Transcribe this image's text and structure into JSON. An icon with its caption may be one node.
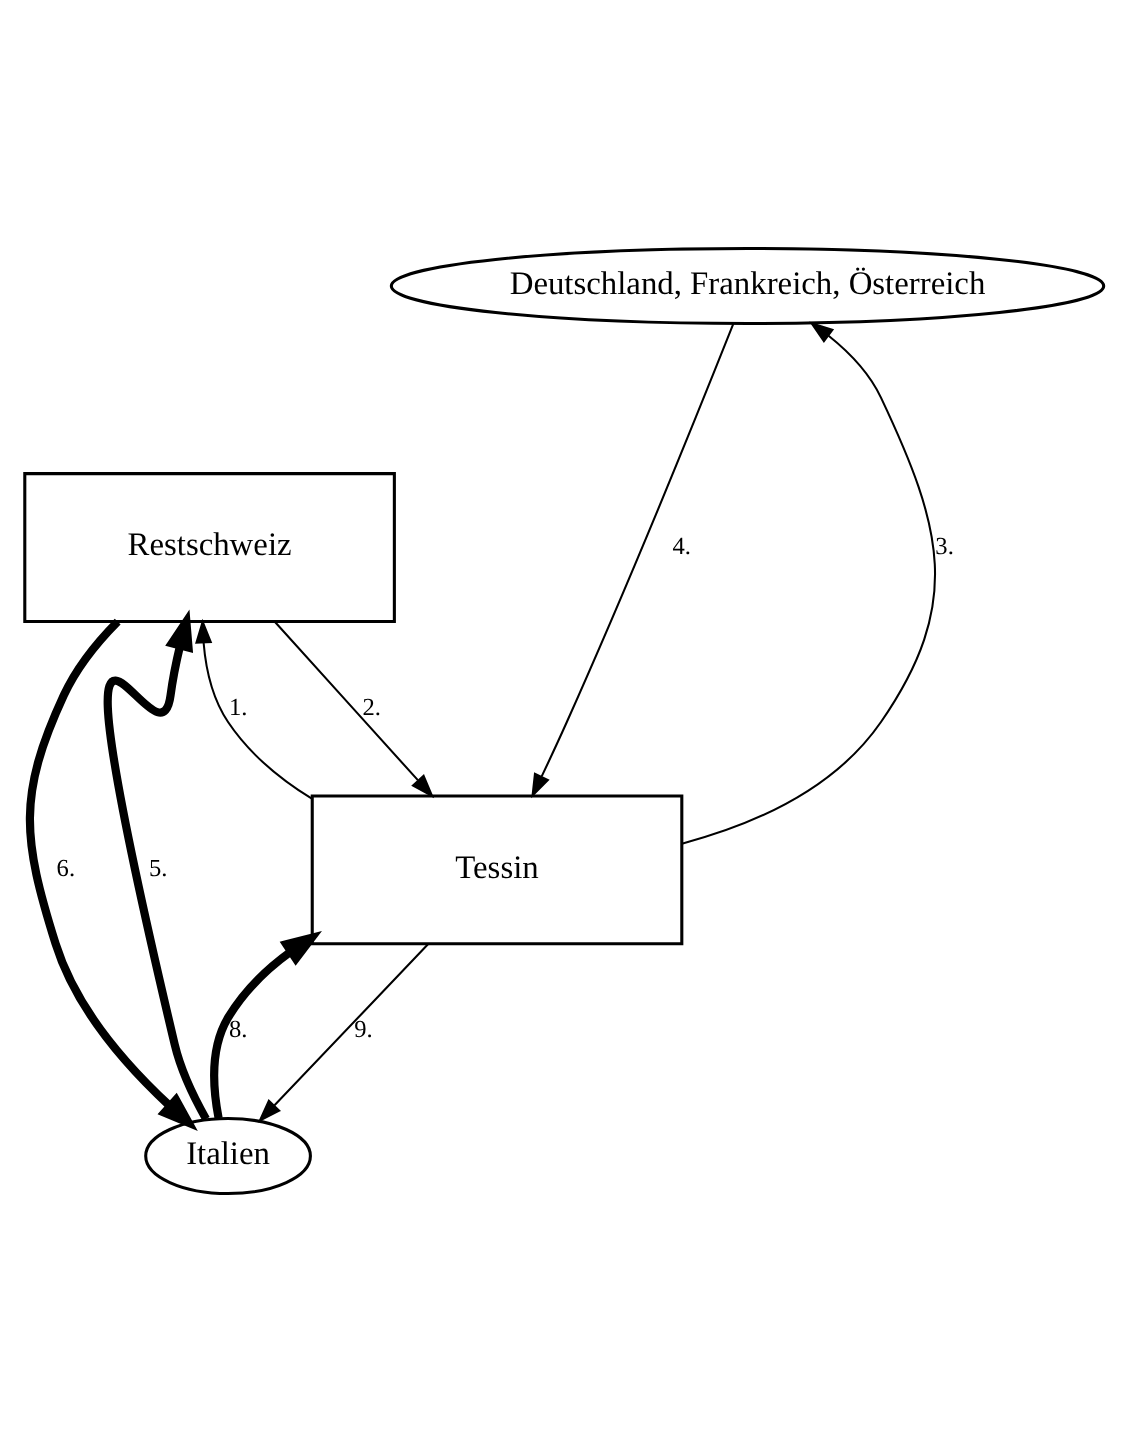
{
  "diagram": {
    "nodes": [
      {
        "text": [
          "Deutschland, Frankreich, Österreich"
        ]
      },
      {
        "text": [
          "Restschweiz"
        ]
      },
      {
        "text": [
          "Tessin"
        ]
      },
      {
        "text": [
          "Italien"
        ]
      }
    ],
    "edges": [
      {
        "from": 2,
        "to": 0,
        "arrow": "to",
        "label": "3."
      },
      {
        "from": 2,
        "to": 1,
        "arrow": "to",
        "label": "1."
      },
      {
        "from": 1,
        "to": 2,
        "arrow": "to",
        "label": "2."
      },
      {
        "from": 0,
        "to": 2,
        "arrow": "to",
        "label": "4."
      },
      {
        "from": 3,
        "to": 2,
        "arrow": "to",
        "label": "8.",
        "style": "thick"
      },
      {
        "from": 3,
        "to": 1,
        "arrow": "to",
        "label": "5.",
        "style": "thick"
      },
      {
        "from": 1,
        "to": 3,
        "arrow": "to",
        "label": "6.",
        "style": "thick"
      },
      {
        "from": 2,
        "to": 3,
        "arrow": "to",
        "label": "9."
      }
    ]
  }
}
